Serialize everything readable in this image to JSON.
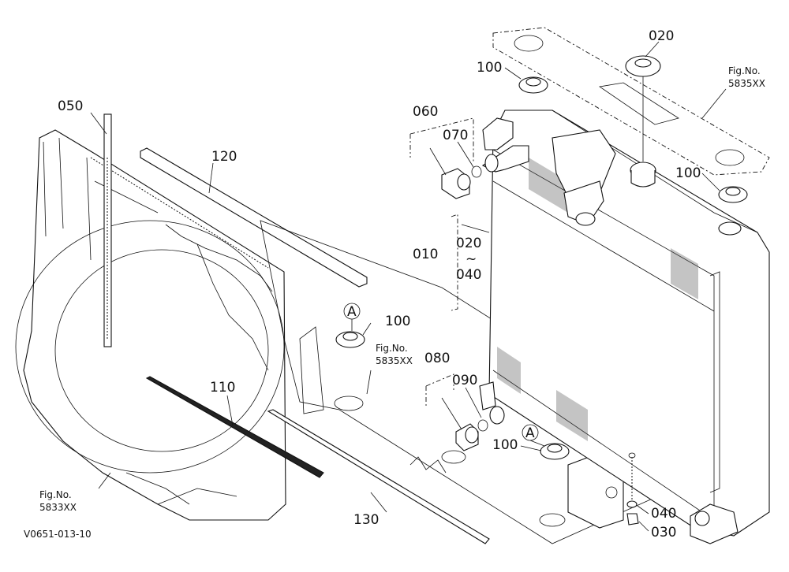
{
  "labels": {
    "p050": "050",
    "p120": "120",
    "p110": "110",
    "p060": "060",
    "p070": "070",
    "p010": "010",
    "p020_top": "020",
    "p020_mid": "020",
    "p040_mid": "040",
    "tilde": "~",
    "p100_a": "100",
    "p100_b": "100",
    "p100_c": "100",
    "p100_d": "100",
    "p080": "080",
    "p090": "090",
    "p130": "130",
    "p040_bot": "040",
    "p030": "030",
    "circle_a1": "A",
    "circle_a2": "A"
  },
  "figrefs": {
    "fig_top_line1": "Fig.No.",
    "fig_top_line2": "5835XX",
    "fig_mid_line1": "Fig.No.",
    "fig_mid_line2": "5835XX",
    "fig_left_line1": "Fig.No.",
    "fig_left_line2": "5833XX"
  },
  "footer": {
    "code": "V0651-013-10"
  }
}
